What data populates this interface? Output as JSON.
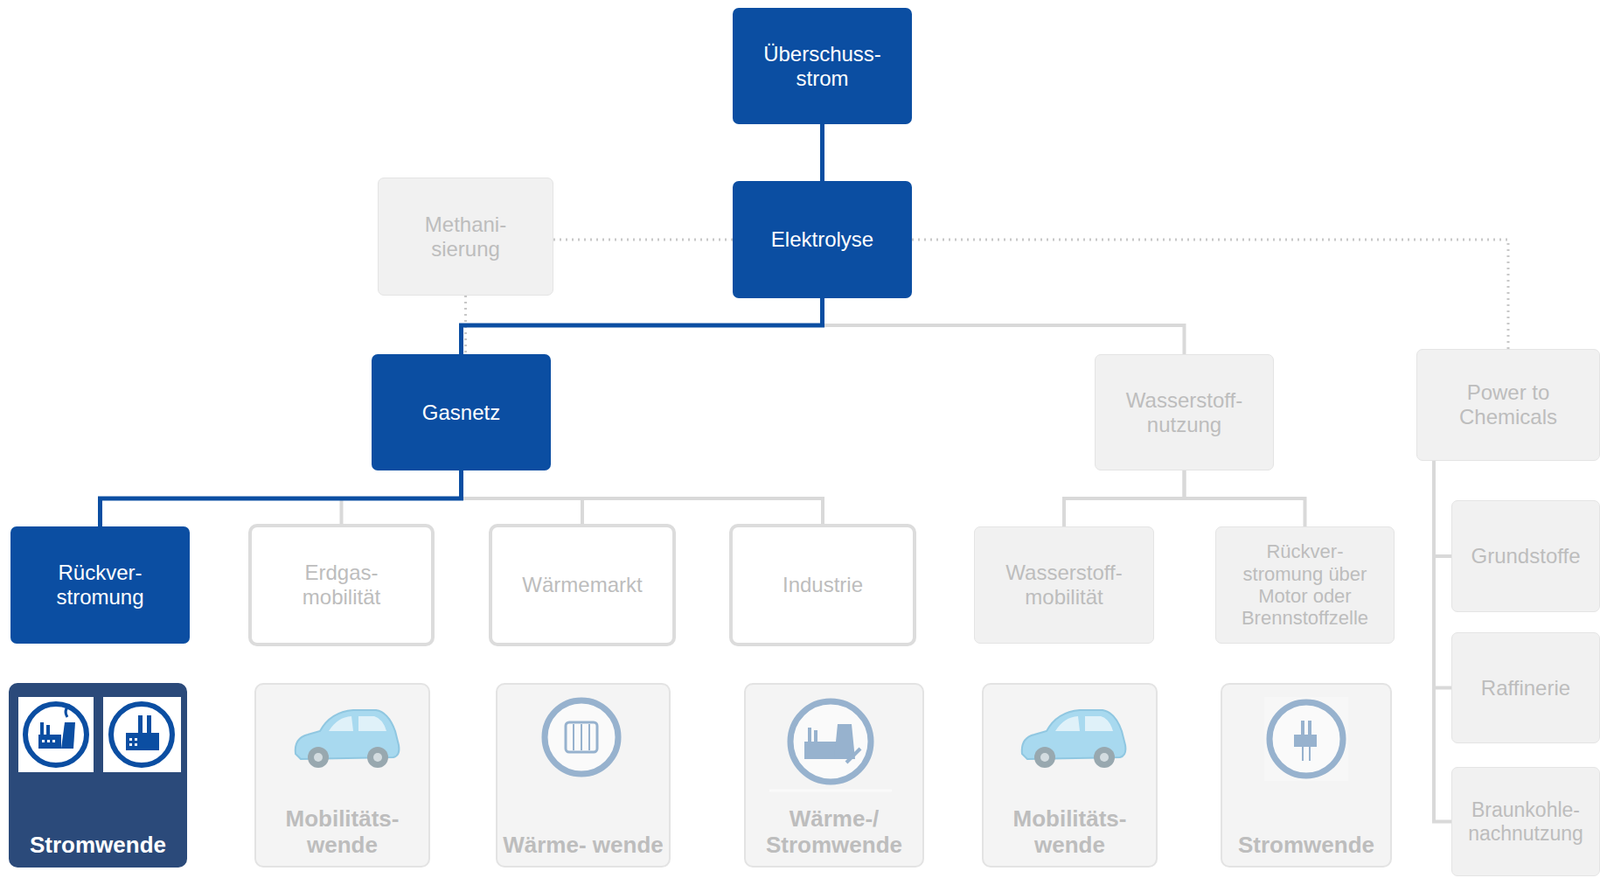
{
  "diagram": {
    "nodes": [
      {
        "text": [
          "Überschuss- strom"
        ]
      },
      {
        "text": [
          "Methani- sierung"
        ]
      },
      {
        "text": [
          "Elektrolyse"
        ]
      },
      {
        "text": [
          "Gasnetz"
        ]
      },
      {
        "text": [
          "Wasserstoff- nutzung"
        ]
      },
      {
        "text": [
          "Power to Chemicals"
        ]
      },
      {
        "text": [
          "Rückver- stromung"
        ]
      },
      {
        "text": [
          "Erdgas- mobilität"
        ]
      },
      {
        "text": [
          "Wärmemarkt"
        ]
      },
      {
        "text": [
          "Industrie"
        ]
      },
      {
        "text": [
          "Wasserstoff- mobilität"
        ]
      },
      {
        "text": [
          "Rückver- stromung über Motor oder Brennstoffzelle"
        ]
      },
      {
        "text": [
          "Grundstoffe"
        ]
      },
      {
        "text": [
          "Raffinerie"
        ]
      },
      {
        "text": [
          "Braunkohle- nachnutzung"
        ]
      },
      {
        "text": [
          "Stromwende"
        ]
      },
      {
        "text": [
          "Mobilitäts- wende"
        ]
      },
      {
        "text": [
          "Wärme- wende"
        ]
      },
      {
        "text": [
          "Wärme-/ Stromwende"
        ]
      },
      {
        "text": [
          "Mobilitäts- wende"
        ]
      },
      {
        "text": [
          "Stromwende"
        ]
      }
    ],
    "edges": [
      {
        "from": 0,
        "to": 2,
        "arrow": "none"
      },
      {
        "from": 2,
        "to": 1,
        "arrow": "none"
      },
      {
        "from": 2,
        "to": 3,
        "arrow": "none"
      },
      {
        "from": 2,
        "to": 4,
        "arrow": "none"
      },
      {
        "from": 2,
        "to": 5,
        "arrow": "none"
      },
      {
        "from": 1,
        "to": 3,
        "arrow": "none"
      },
      {
        "from": 3,
        "to": 6,
        "arrow": "none"
      },
      {
        "from": 3,
        "to": 7,
        "arrow": "none"
      },
      {
        "from": 3,
        "to": 8,
        "arrow": "none"
      },
      {
        "from": 3,
        "to": 9,
        "arrow": "none"
      },
      {
        "from": 4,
        "to": 10,
        "arrow": "none"
      },
      {
        "from": 4,
        "to": 11,
        "arrow": "none"
      },
      {
        "from": 5,
        "to": 12,
        "arrow": "none"
      },
      {
        "from": 5,
        "to": 13,
        "arrow": "none"
      },
      {
        "from": 5,
        "to": 14,
        "arrow": "none"
      }
    ]
  }
}
